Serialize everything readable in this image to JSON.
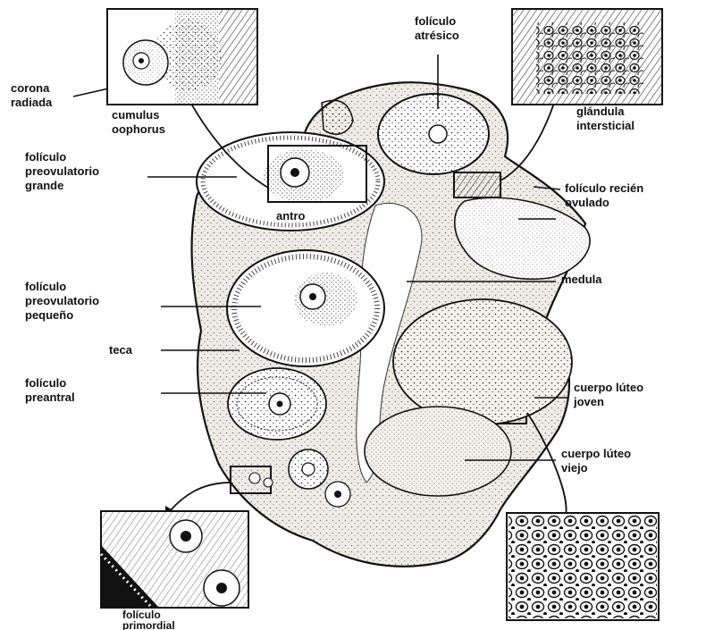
{
  "colors": {
    "ink": "#111111",
    "tissue": "#efece6",
    "background": "#ffffff"
  },
  "labels": {
    "corona_radiada": [
      "corona",
      "radiada"
    ],
    "cumulus_oophorus": [
      "cumulus",
      "oophorus"
    ],
    "foliculo_atresico": [
      "folículo",
      "atrésico"
    ],
    "glandula_intersticial": [
      "glándula",
      "intersticial"
    ],
    "foliculo_preovulatorio_grande": [
      "folículo",
      "preovulatorio",
      "grande"
    ],
    "antro": [
      "antro"
    ],
    "foliculo_recien_ovulado": [
      "folículo recién",
      "ovulado"
    ],
    "medula": [
      "medula"
    ],
    "foliculo_preovulatorio_pequeno": [
      "folículo",
      "preovulatorio",
      "pequeño"
    ],
    "teca": [
      "teca"
    ],
    "foliculo_preantral": [
      "folículo",
      "preantral"
    ],
    "cuerpo_luteo_joven": [
      "cuerpo lúteo",
      "joven"
    ],
    "cuerpo_luteo_viejo": [
      "cuerpo lúteo",
      "viejo"
    ],
    "foliculo_primordial": [
      "folículo",
      "primordial"
    ]
  }
}
